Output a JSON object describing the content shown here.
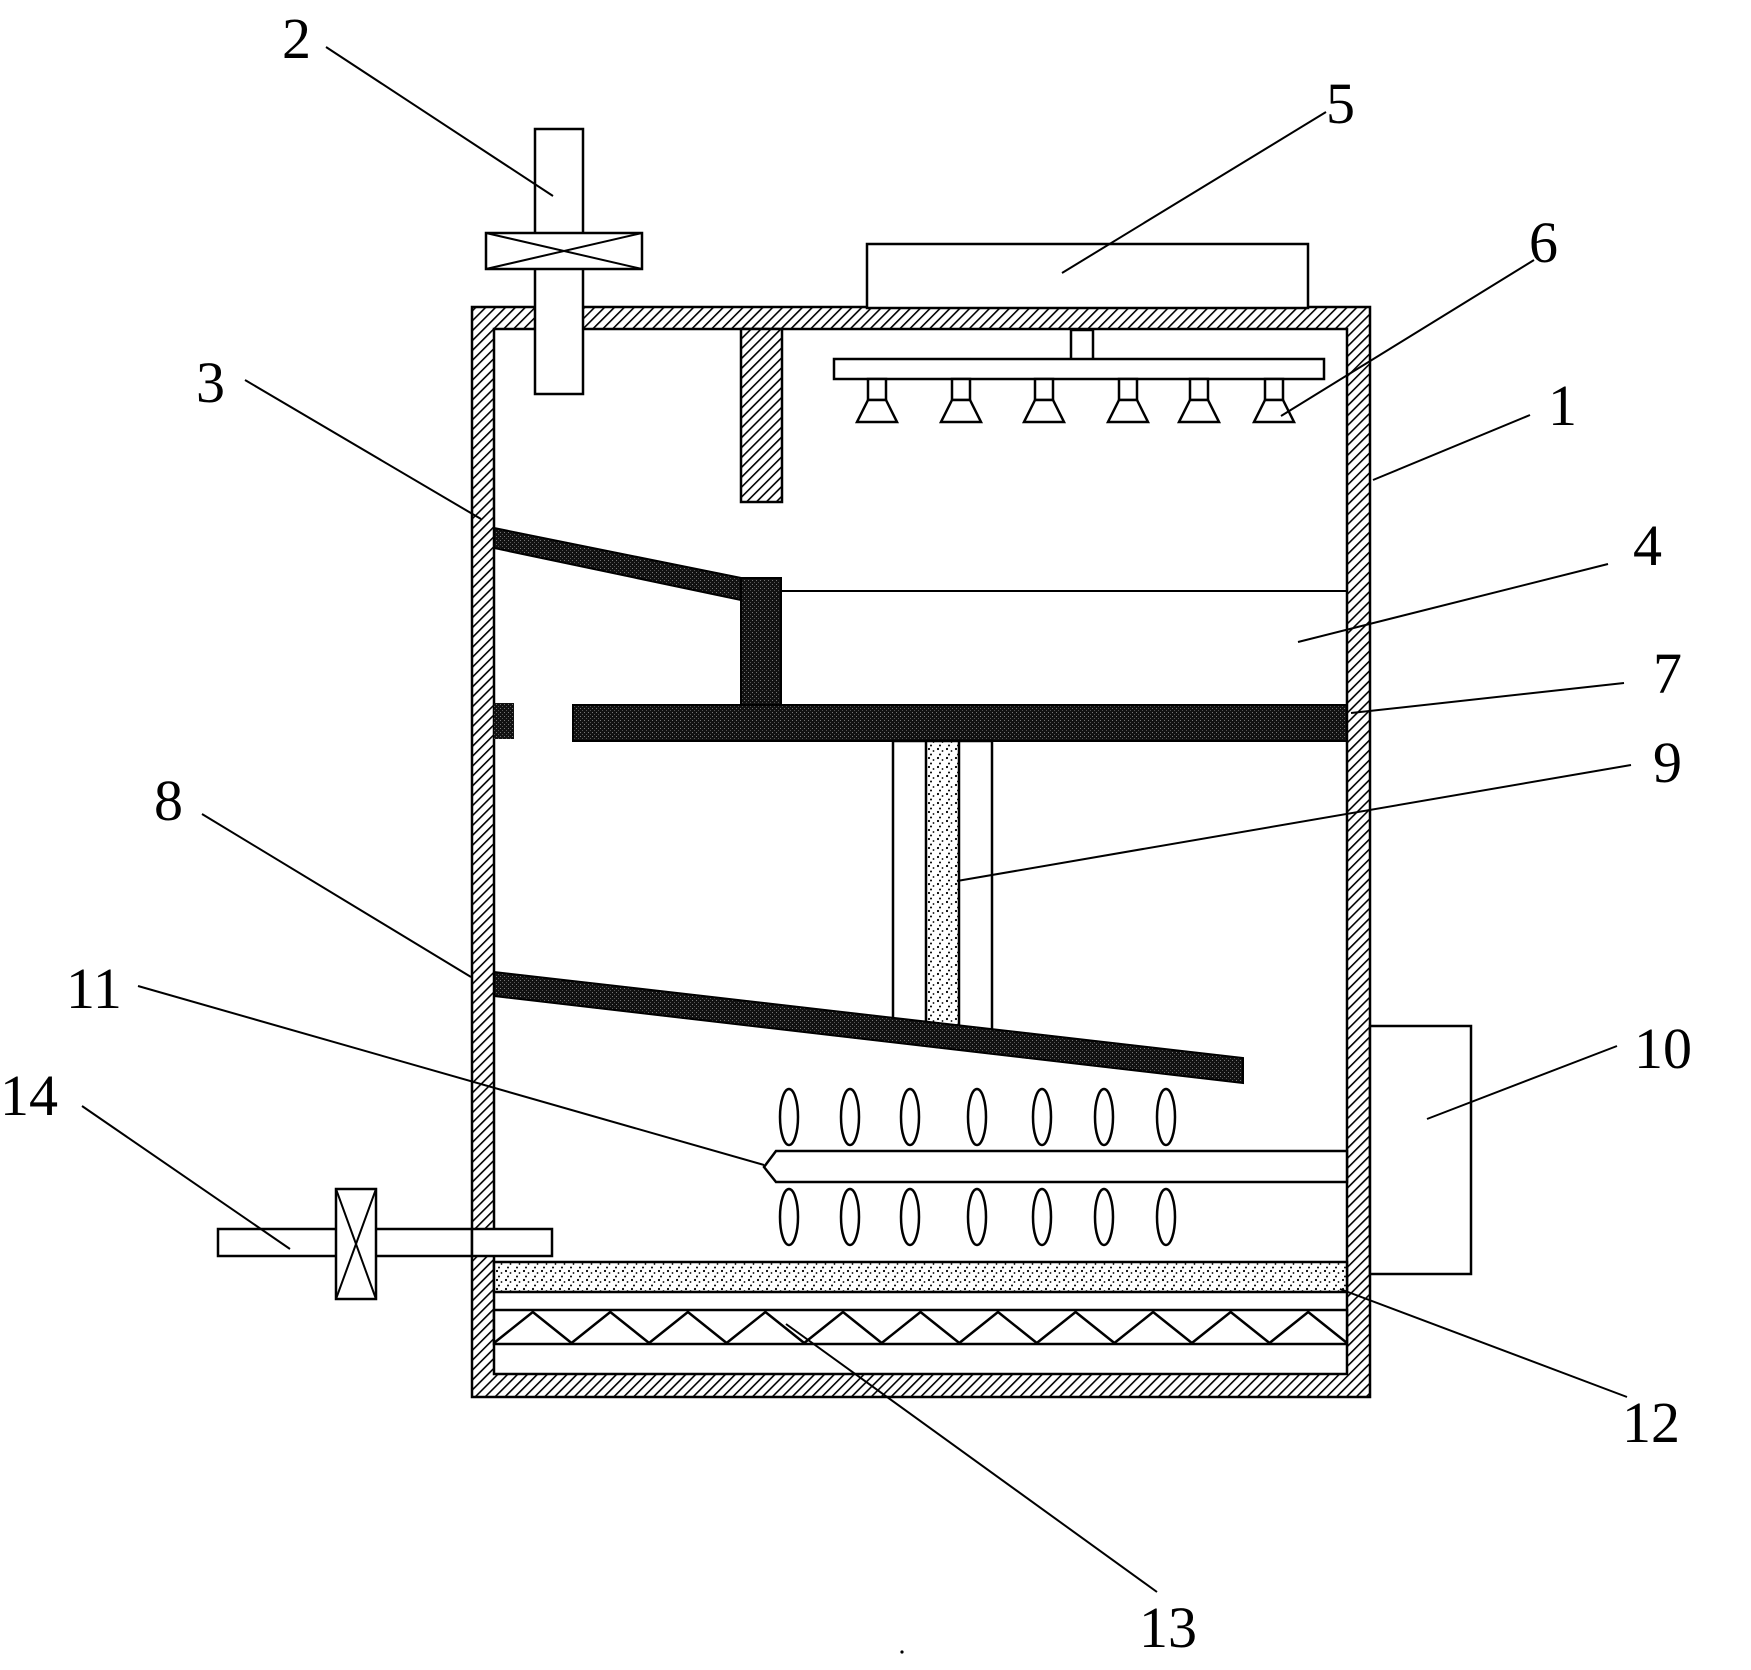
{
  "diagram": {
    "labels": [
      "1",
      "2",
      "3",
      "4",
      "5",
      "6",
      "7",
      "8",
      "9",
      "10",
      "11",
      "12",
      "13",
      "14"
    ],
    "colors": {
      "ink": "#000000",
      "background": "#ffffff"
    },
    "parts": {
      "housing": "1",
      "inlet_pipe_valve": "2",
      "upper_baffle": "3",
      "filter_chamber": "4",
      "top_unit": "5",
      "spray_nozzles": "6",
      "partition_plate": "7",
      "lower_baffle": "8",
      "filter_column": "9",
      "side_unit": "10",
      "aerator_pipe": "11",
      "filter_layer": "12",
      "heater_coil": "13",
      "outlet_pipe_valve": "14"
    }
  }
}
